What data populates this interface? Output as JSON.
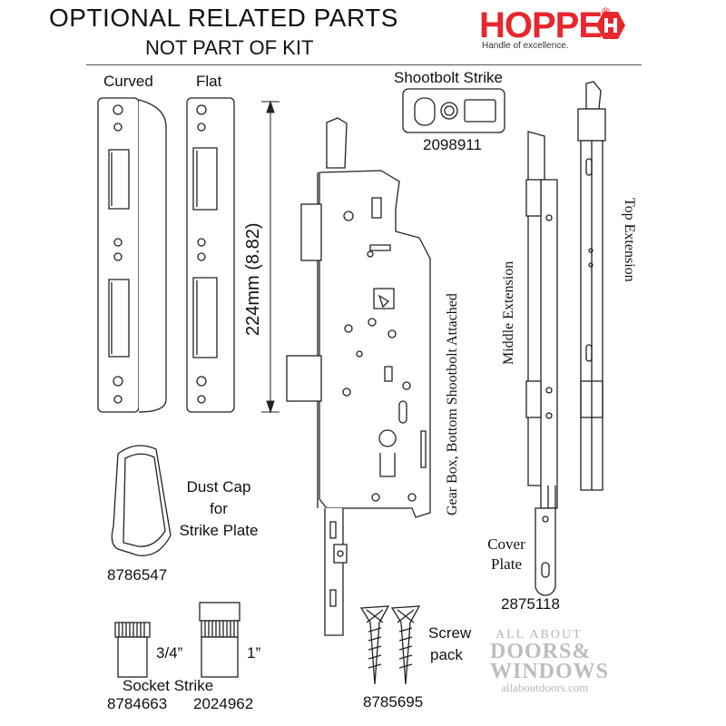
{
  "header": {
    "title": "OPTIONAL RELATED PARTS",
    "subtitle": "NOT PART OF KIT",
    "brand": "HOPPE",
    "brand_tagline": "Handle of excellence.",
    "brand_color": "#e8262d"
  },
  "parts": {
    "curved_label": "Curved",
    "flat_label": "Flat",
    "dimension_label": "224mm (8.82)",
    "shootbolt_strike_label": "Shootbolt Strike",
    "shootbolt_strike_number": "2098911",
    "gear_box_label": "Gear Box, Bottom Shootbolt Attached",
    "middle_extension_label": "Middle Extension",
    "top_extension_label": "Top Extension",
    "dust_cap_label_1": "Dust Cap",
    "dust_cap_label_2": "for",
    "dust_cap_label_3": "Strike Plate",
    "dust_cap_number": "8786547",
    "cover_plate_label_1": "Cover",
    "cover_plate_label_2": "Plate",
    "cover_plate_number": "2875118",
    "socket_strike_size_1": "3/4”",
    "socket_strike_size_2": "1”",
    "socket_strike_label": "Socket Strike",
    "socket_strike_number_1": "8784663",
    "socket_strike_number_2": "2024962",
    "screw_label_1": "Screw",
    "screw_label_2": "pack",
    "screw_pack_number": "8785695"
  },
  "watermark": {
    "line1": "ALL ABOUT",
    "line2": "DOORS&",
    "line3": "WINDOWS",
    "url": "allaboutdoors.com"
  }
}
